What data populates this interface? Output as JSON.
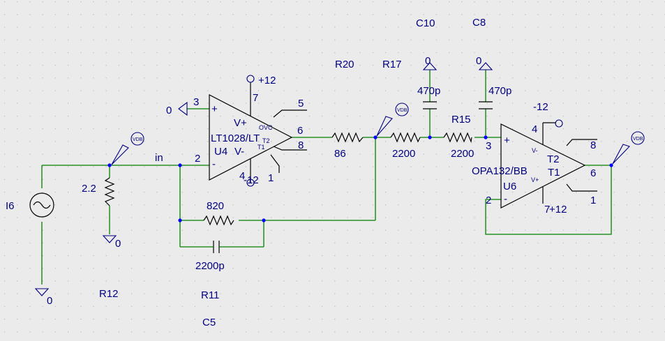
{
  "colors": {
    "background": "#ebebeb",
    "grid_dot": "#b8b8b8",
    "wire": "#008000",
    "part": "#000000",
    "text": "#000080",
    "junction": "#0000ff"
  },
  "icons": {
    "probe": "voltage-probe-icon",
    "ground": "ground-icon",
    "source": "ac-current-source-icon"
  },
  "components": {
    "source": {
      "ref": "I6"
    },
    "r12": {
      "ref": "R12",
      "value": "2.2"
    },
    "r11": {
      "ref": "R11",
      "value": "820"
    },
    "c5": {
      "ref": "C5",
      "value": "2200p"
    },
    "r20": {
      "ref": "R20",
      "value": "86"
    },
    "r17": {
      "ref": "R17",
      "value": "2200"
    },
    "r15": {
      "ref": "R15",
      "value": "2200"
    },
    "c10": {
      "ref": "C10",
      "value": "470p"
    },
    "c8": {
      "ref": "C8",
      "value": "470p"
    },
    "u4": {
      "ref": "U4",
      "part": "LT1028/LT",
      "vplus": "V+",
      "vminus": "V-",
      "plus_sign": "+",
      "minus_sign": "-",
      "ovc": "OVC",
      "t1": "T1",
      "t2": "T2",
      "pins": {
        "p3": "3",
        "p2": "2",
        "p7": "7",
        "p4": "4",
        "p6": "6",
        "p5": "5",
        "p8": "8",
        "p1": "1"
      },
      "supply_pos": "+12",
      "supply_neg": "-12"
    },
    "u6": {
      "ref": "U6",
      "part": "OPA132/BB",
      "vplus": "V+",
      "vminus": "V-",
      "plus_sign": "+",
      "minus_sign": "-",
      "t1": "T1",
      "t2": "T2",
      "pins": {
        "p3": "3",
        "p2": "2",
        "p4": "4",
        "p7": "7",
        "p6": "6",
        "p8": "8",
        "p1": "1"
      },
      "supply_neg": "-12",
      "supply_pos": "+12"
    }
  },
  "nets": {
    "input_net": "in",
    "ground_value": "0"
  },
  "probe_text": "VDB"
}
